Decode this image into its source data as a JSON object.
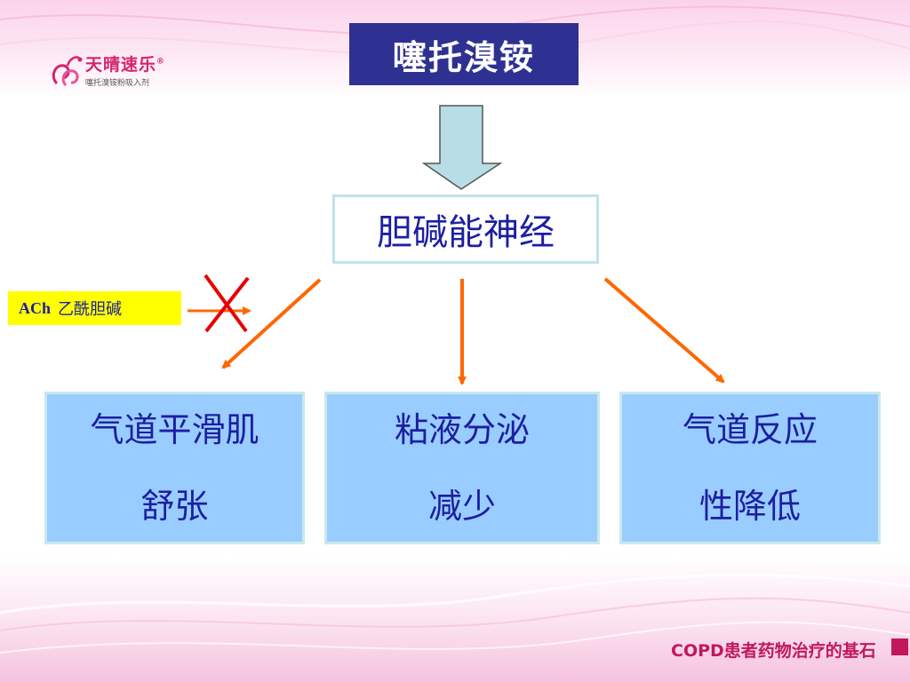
{
  "logo": {
    "brand_name": "天晴速乐",
    "subtitle": "噻托溴铵粉吸入剂",
    "registered_mark": "®"
  },
  "diagram": {
    "title": "噻托溴铵",
    "center_node": "胆碱能神经",
    "blocked_input": {
      "abbr": "ACh",
      "label": "乙酰胆碱"
    },
    "effects": [
      {
        "line1": "气道平滑肌",
        "line2": "舒张"
      },
      {
        "line1": "粘液分泌",
        "line2": "减少"
      },
      {
        "line1": "气道反应",
        "line2": "性降低"
      }
    ]
  },
  "footer": {
    "tagline": "COPD患者药物治疗的基石"
  },
  "colors": {
    "title_bg": "#2e3192",
    "text_blue": "#1c1fa0",
    "effect_bg": "#99ccff",
    "arrow_orange": "#ff6600",
    "block_red": "#e60000",
    "ach_bg": "#ffff00",
    "brand_pink": "#c2185b"
  },
  "icons": [
    "logo-swirl-icon",
    "down-arrow-icon",
    "block-x-icon"
  ]
}
